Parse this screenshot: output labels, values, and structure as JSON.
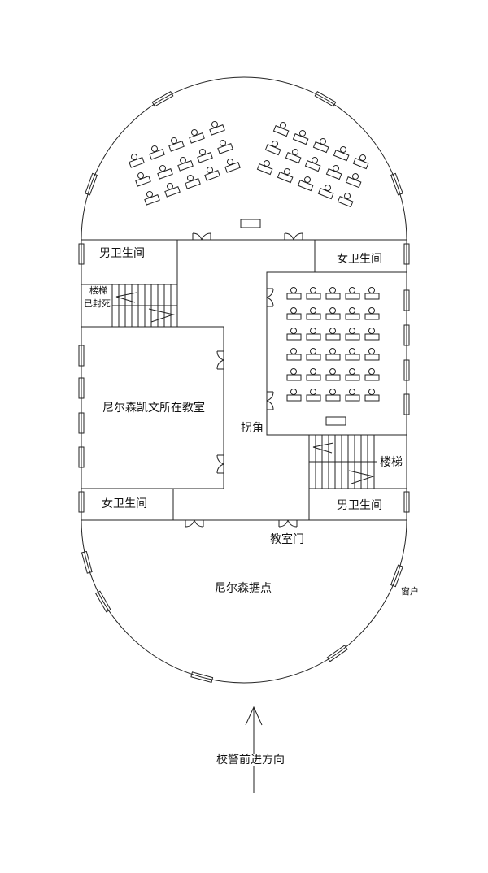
{
  "labels": {
    "male_restroom_top_left": "男卫生间",
    "female_restroom_top_right": "女卫生间",
    "stairs_sealed_1": "楼梯",
    "stairs_sealed_2": "已封死",
    "nelson_classroom": "尼尔森凯文所在教室",
    "corner": "拐角",
    "stairs_right": "楼梯",
    "female_restroom_bottom_left": "女卫生间",
    "male_restroom_bottom_right": "男卫生间",
    "classroom_door": "教室门",
    "nelson_stronghold": "尼尔森据点",
    "window": "窗户",
    "police_direction": "校警前进方向"
  }
}
